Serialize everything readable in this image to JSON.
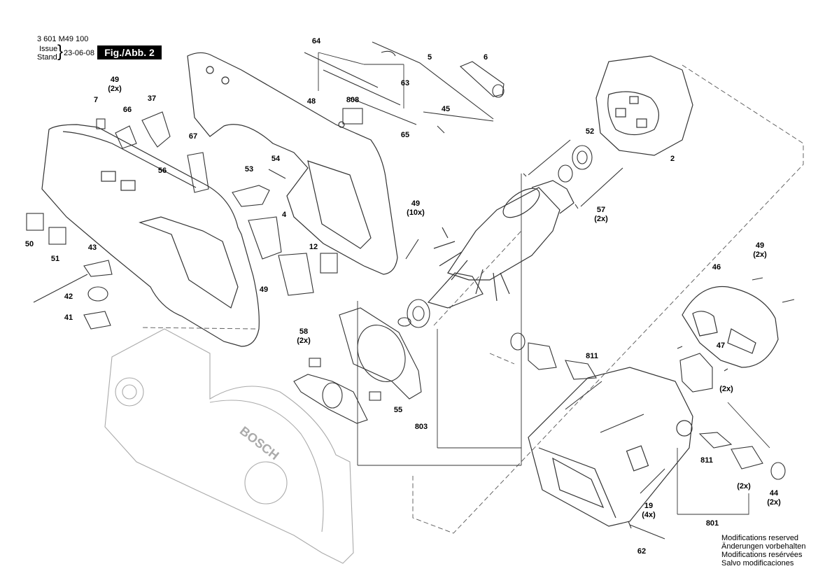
{
  "header": {
    "doc_number": "3 601 M49 100",
    "issue_label": "Issue",
    "stand_label": "Stand",
    "date": "23-06-08",
    "fig_label": "Fig./Abb. 2"
  },
  "brand_text": "BOSCH",
  "callouts": [
    {
      "id": "c64",
      "text": "64"
    },
    {
      "id": "c5",
      "text": "5"
    },
    {
      "id": "c6",
      "text": "6"
    },
    {
      "id": "c49a",
      "text": "49\n(2x)"
    },
    {
      "id": "c7",
      "text": "7"
    },
    {
      "id": "c66",
      "text": "66"
    },
    {
      "id": "c37",
      "text": "37"
    },
    {
      "id": "c48",
      "text": "48"
    },
    {
      "id": "c808",
      "text": "808"
    },
    {
      "id": "c63",
      "text": "63"
    },
    {
      "id": "c45",
      "text": "45"
    },
    {
      "id": "c65",
      "text": "65"
    },
    {
      "id": "c52",
      "text": "52"
    },
    {
      "id": "c2",
      "text": "2"
    },
    {
      "id": "c67",
      "text": "67"
    },
    {
      "id": "c54",
      "text": "54"
    },
    {
      "id": "c53",
      "text": "53"
    },
    {
      "id": "c56",
      "text": "56"
    },
    {
      "id": "c57",
      "text": "57\n(2x)"
    },
    {
      "id": "c49b",
      "text": "49\n(10x)"
    },
    {
      "id": "c4",
      "text": "4"
    },
    {
      "id": "c50",
      "text": "50"
    },
    {
      "id": "c51",
      "text": "51"
    },
    {
      "id": "c43",
      "text": "43"
    },
    {
      "id": "c12",
      "text": "12"
    },
    {
      "id": "c49c",
      "text": "49"
    },
    {
      "id": "c42",
      "text": "42"
    },
    {
      "id": "c41",
      "text": "41"
    },
    {
      "id": "c49d",
      "text": "49\n(2x)"
    },
    {
      "id": "c46",
      "text": "46"
    },
    {
      "id": "c58",
      "text": "58\n(2x)"
    },
    {
      "id": "c47",
      "text": "47"
    },
    {
      "id": "c811a",
      "text": "811"
    },
    {
      "id": "c2x",
      "text": "(2x)"
    },
    {
      "id": "c55",
      "text": "55"
    },
    {
      "id": "c803",
      "text": "803"
    },
    {
      "id": "c811b",
      "text": "811"
    },
    {
      "id": "c2xb",
      "text": "(2x)"
    },
    {
      "id": "c44",
      "text": "44\n(2x)"
    },
    {
      "id": "c19",
      "text": "19\n(4x)"
    },
    {
      "id": "c801",
      "text": "801"
    },
    {
      "id": "c62",
      "text": "62"
    }
  ],
  "notes": [
    "Modifications reserved",
    "Änderungen vorbehalten",
    "Modifications resérvées",
    "Salvo modificaciones"
  ]
}
